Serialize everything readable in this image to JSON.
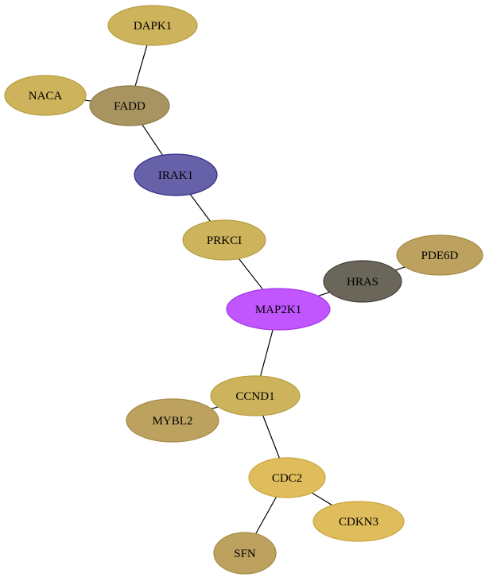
{
  "graph": {
    "nodes": [
      {
        "id": "DAPK1",
        "label": "DAPK1",
        "fill": "#ccb35c",
        "stroke": "#b89e44"
      },
      {
        "id": "NACA",
        "label": "NACA",
        "fill": "#ccb35c",
        "stroke": "#b89e44"
      },
      {
        "id": "FADD",
        "label": "FADD",
        "fill": "#a79460",
        "stroke": "#8f7c48"
      },
      {
        "id": "IRAK1",
        "label": "IRAK1",
        "fill": "#6761a9",
        "stroke": "#2f2a8a"
      },
      {
        "id": "PRKCI",
        "label": "PRKCI",
        "fill": "#ccb35c",
        "stroke": "#b89e44"
      },
      {
        "id": "PDE6D",
        "label": "PDE6D",
        "fill": "#bda15f",
        "stroke": "#a78a45"
      },
      {
        "id": "HRAS",
        "label": "HRAS",
        "fill": "#6b665a",
        "stroke": "#44403a"
      },
      {
        "id": "MAP2K1",
        "label": "MAP2K1",
        "fill": "#c156ff",
        "stroke": "#a338e6"
      },
      {
        "id": "CCND1",
        "label": "CCND1",
        "fill": "#ccb35c",
        "stroke": "#b89e44"
      },
      {
        "id": "MYBL2",
        "label": "MYBL2",
        "fill": "#bda15f",
        "stroke": "#a78a45"
      },
      {
        "id": "CDC2",
        "label": "CDC2",
        "fill": "#e0bd5c",
        "stroke": "#c9a43f"
      },
      {
        "id": "CDKN3",
        "label": "CDKN3",
        "fill": "#e0bd5c",
        "stroke": "#c9a43f"
      },
      {
        "id": "SFN",
        "label": "SFN",
        "fill": "#bda15f",
        "stroke": "#a78a45"
      }
    ],
    "edges": [
      {
        "source": "DAPK1",
        "target": "FADD"
      },
      {
        "source": "NACA",
        "target": "FADD"
      },
      {
        "source": "FADD",
        "target": "IRAK1"
      },
      {
        "source": "IRAK1",
        "target": "PRKCI"
      },
      {
        "source": "PRKCI",
        "target": "MAP2K1"
      },
      {
        "source": "HRAS",
        "target": "PDE6D"
      },
      {
        "source": "HRAS",
        "target": "MAP2K1"
      },
      {
        "source": "MAP2K1",
        "target": "CCND1"
      },
      {
        "source": "CCND1",
        "target": "MYBL2"
      },
      {
        "source": "CCND1",
        "target": "CDC2"
      },
      {
        "source": "CDC2",
        "target": "CDKN3"
      },
      {
        "source": "CDC2",
        "target": "SFN"
      }
    ]
  }
}
